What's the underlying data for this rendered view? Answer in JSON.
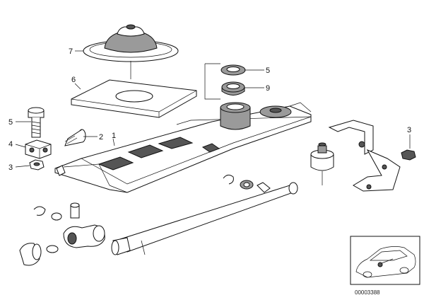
{
  "callouts": [
    {
      "label": "7",
      "part": "shift-boot"
    },
    {
      "label": "6",
      "part": "insulation-plate"
    },
    {
      "label": "5",
      "part": "upper-ring"
    },
    {
      "label": "9",
      "part": "lower-ring"
    },
    {
      "label": "5",
      "part": "bolt"
    },
    {
      "label": "2",
      "part": "stud"
    },
    {
      "label": "1",
      "part": "shift-bracket"
    },
    {
      "label": "4",
      "part": "nut-block"
    },
    {
      "label": "3",
      "part": "hex-nut-left"
    },
    {
      "label": "3",
      "part": "hex-nut-right"
    }
  ],
  "inset": {
    "part_number": "00003388"
  }
}
